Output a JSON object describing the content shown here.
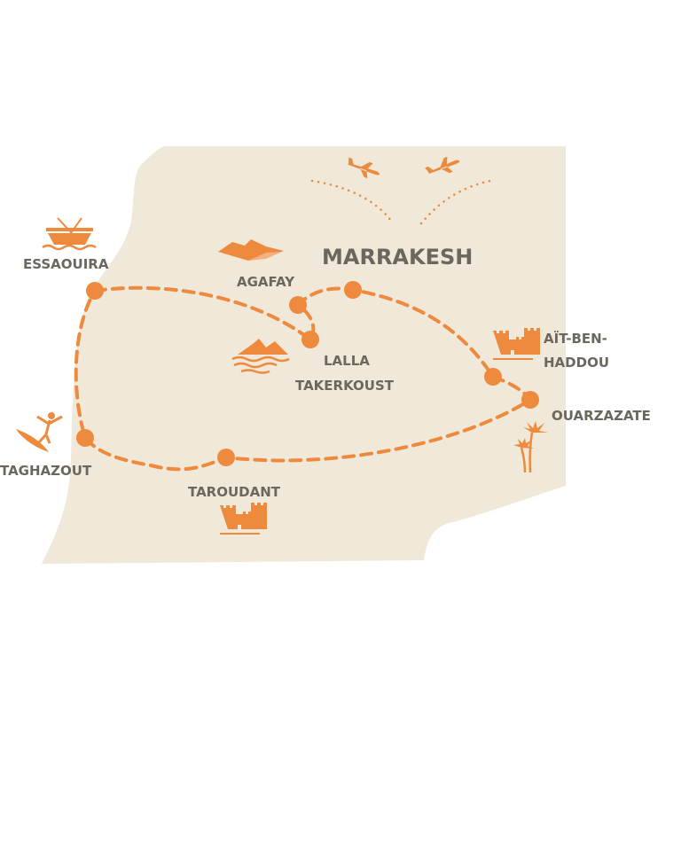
{
  "map": {
    "colors": {
      "land": "#F0E8D8",
      "route": "#EE8A3E",
      "label": "#6B675E"
    },
    "labels": {
      "marrakesh": "MARRAKESH",
      "essaouira": "ESSAOUIRA",
      "agafay": "AGAFAY",
      "lalla_1": "LALLA",
      "lalla_2": "TAKERKOUST",
      "ait_1": "AÏT-BEN-",
      "ait_2": "HADDOU",
      "ouarzazate": "OUARZAZATE",
      "taghazout": "TAGHAZOUT",
      "taroudant": "TAROUDANT"
    },
    "icons": [
      "airplane-icon",
      "boat-icon",
      "dunes-icon",
      "mountain-lake-icon",
      "kasbah-icon",
      "palm-trees-icon",
      "surfer-icon"
    ]
  }
}
